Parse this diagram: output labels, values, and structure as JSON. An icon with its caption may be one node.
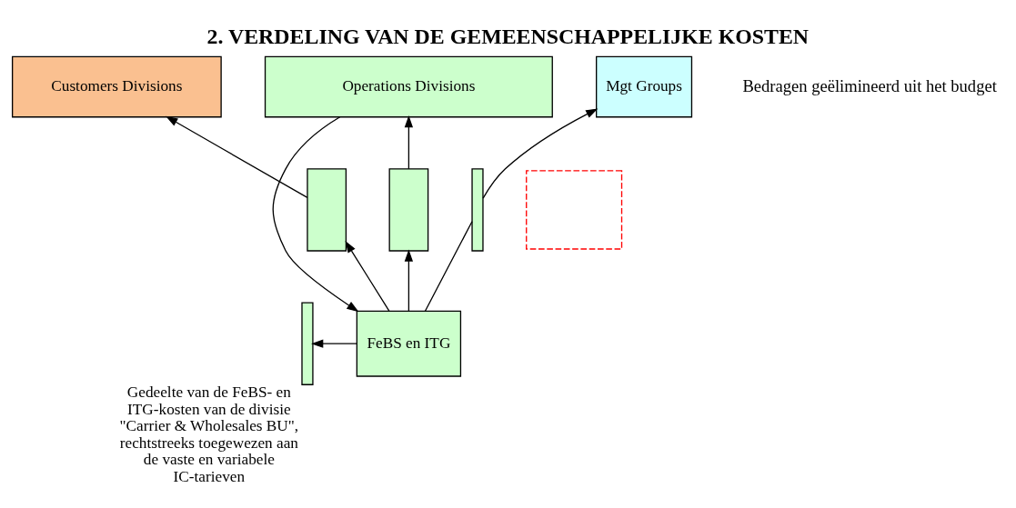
{
  "diagram": {
    "title": "2. VERDELING VAN DE GEMEENSCHAPPELIJKE KOSTEN",
    "nodes": [
      {
        "text": [
          "Customers Divisions"
        ]
      },
      {
        "text": [
          "Operations Divisions"
        ]
      },
      {
        "text": [
          "Mgt Groups"
        ]
      },
      {
        "text": [],
        "shape": "box"
      },
      {
        "text": [],
        "shape": "box"
      },
      {
        "text": [],
        "shape": "bar"
      },
      {
        "text": [
          "FeBS en ITG"
        ]
      },
      {
        "text": [],
        "shape": "bar",
        "beside": [
          "Gedeelte van de FeBS- en ITG-kosten van de divisie \"Carrier & Wholesales BU\", rechtstreeks toegewezen aan de vaste en variabele IC-tarieven"
        ]
      },
      {
        "text": [],
        "shape": "box"
      }
    ],
    "edges": [
      {
        "from": 1,
        "to": 6,
        "arrow": "to"
      },
      {
        "from": 6,
        "to": 7,
        "arrow": "to"
      },
      {
        "from": 6,
        "to": 3,
        "arrow": "to"
      },
      {
        "from": 6,
        "to": 4,
        "arrow": "to"
      },
      {
        "from": 6,
        "to": 5,
        "arrow": "none"
      },
      {
        "from": 3,
        "to": 0,
        "arrow": "to"
      },
      {
        "from": 4,
        "to": 1,
        "arrow": "to"
      },
      {
        "from": 5,
        "to": 2,
        "arrow": "to"
      }
    ],
    "labels": [
      "Bedragen geëlimineerd uit het budget"
    ]
  }
}
